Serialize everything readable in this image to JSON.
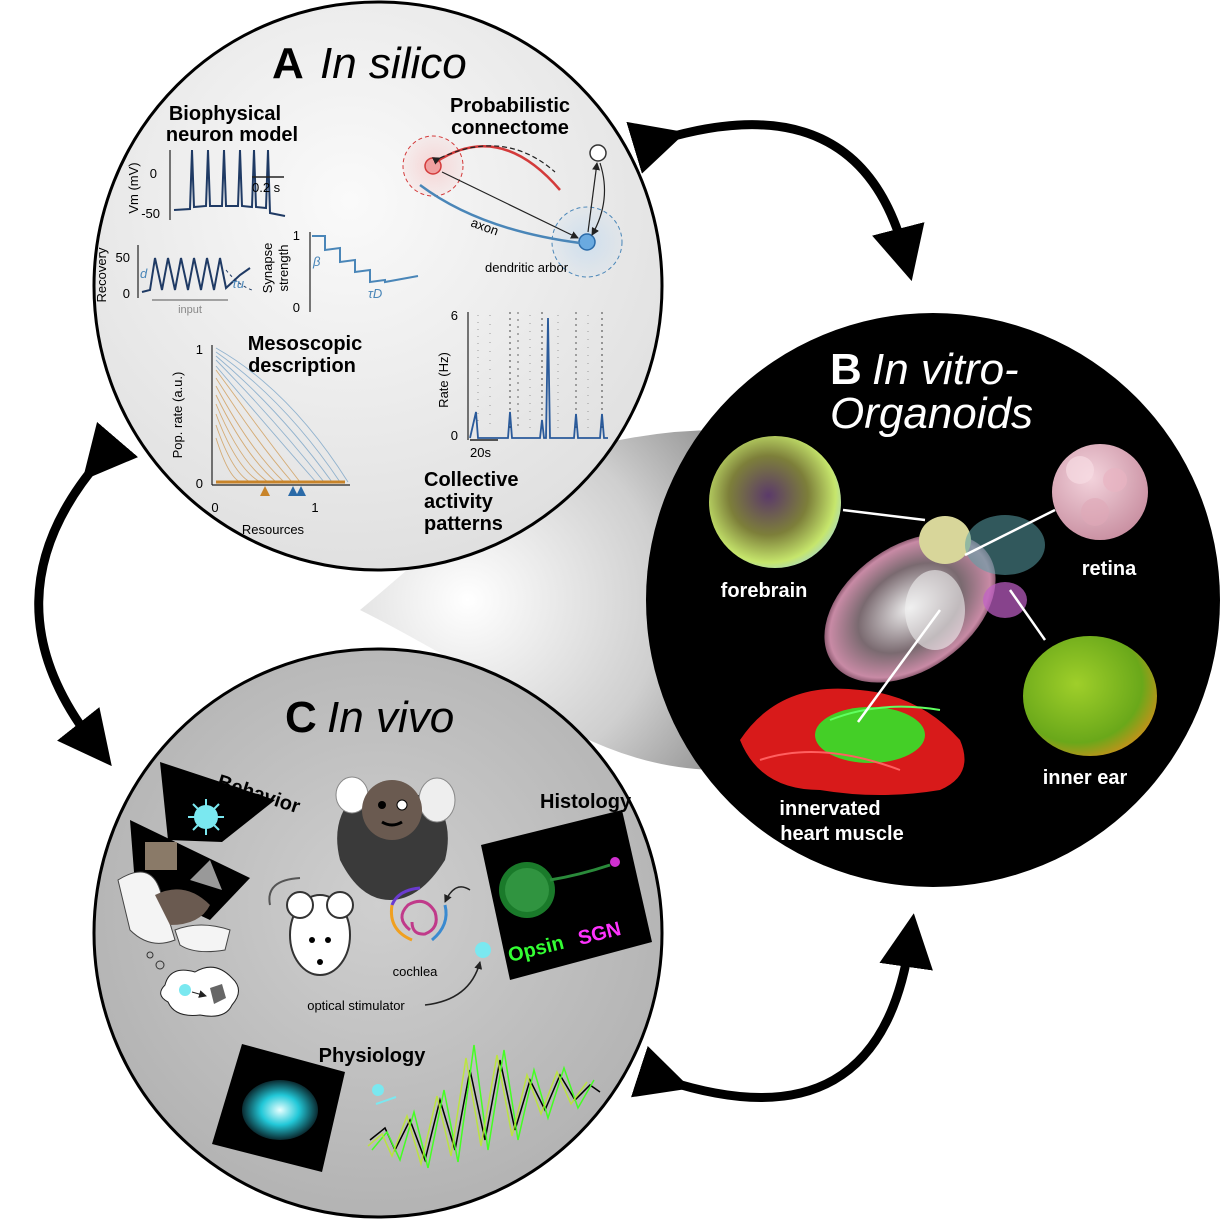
{
  "panel_a": {
    "letter": "A",
    "title": "In silico",
    "biophysical": {
      "title_l1": "Biophysical",
      "title_l2": "neuron model",
      "ylabel": "Vm (mV)",
      "tick_0": "0",
      "tick_m50": "-50",
      "scale": "0.2 s"
    },
    "recovery": {
      "ylabel": "Recovery",
      "tick_50": "50",
      "tick_0": "0",
      "input": "input",
      "d": "d",
      "tau_u": "τu"
    },
    "synapse": {
      "ylabel_l1": "Synapse",
      "ylabel_l2": "strength",
      "tick_1": "1",
      "tick_0": "0",
      "beta": "β",
      "tau_d": "τD"
    },
    "connectome": {
      "title_l1": "Probabilistic",
      "title_l2": "connectome",
      "axon": "axon",
      "dendritic": "dendritic arbor"
    },
    "mesoscopic": {
      "title_l1": "Mesoscopic",
      "title_l2": "description",
      "ylabel": "Pop. rate (a.u.)",
      "xlabel": "Resources",
      "ytick_1": "1",
      "ytick_0": "0",
      "xtick_0": "0",
      "xtick_1": "1"
    },
    "collective": {
      "title_l1": "Collective",
      "title_l2": "activity",
      "title_l3": "patterns",
      "ylabel": "Rate (Hz)",
      "tick_6": "6",
      "tick_0": "0",
      "scale": "20s"
    }
  },
  "panel_b": {
    "letter": "B",
    "title_l1": "In vitro-",
    "title_l2": "Organoids",
    "forebrain": "forebrain",
    "retina": "retina",
    "inner_ear": "inner ear",
    "heart_l1": "innervated",
    "heart_l2": "heart muscle"
  },
  "panel_c": {
    "letter": "C",
    "title": "In vivo",
    "behavior": "Behavior",
    "histology": "Histology",
    "opsin": "Opsin",
    "sgn": "SGN",
    "cochlea": "cochlea",
    "optical": "optical stimulator",
    "physiology": "Physiology"
  },
  "colors": {
    "panel_a_bg": "#f0f0f0",
    "panel_b_bg": "#000000",
    "panel_c_bg": "#c4c4c4",
    "trace_navy": "#1f3a64",
    "orange": "#c8842a",
    "blue": "#4a86b8",
    "red": "#d33a3a",
    "green": "#33ff33",
    "magenta": "#ff33ff"
  }
}
